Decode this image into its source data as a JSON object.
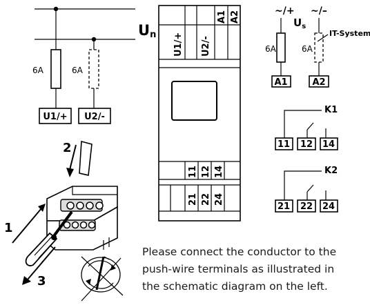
{
  "wiring": {
    "supply": "U",
    "supply_sub": "n",
    "fuse1": "6A",
    "fuse2": "6A",
    "term1": "U1/+",
    "term2": "U2/-"
  },
  "device": {
    "top_terms": [
      "U1/+",
      "U2/-",
      "A1",
      "A2"
    ],
    "mid_terms": [
      "11",
      "12",
      "14"
    ],
    "bot_terms": [
      "21",
      "22",
      "24"
    ]
  },
  "aux": {
    "plus_label": "~/+",
    "minus_label": "~/–",
    "us": "U",
    "us_sub": "s",
    "it_system": "IT-System",
    "fuse1": "6A",
    "fuse2": "6A",
    "a1": "A1",
    "a2": "A2"
  },
  "relay1": {
    "name": "K1",
    "terms": [
      "11",
      "12",
      "14"
    ]
  },
  "relay2": {
    "name": "K2",
    "terms": [
      "21",
      "22",
      "24"
    ]
  },
  "steps": {
    "s1": "1",
    "s2": "2",
    "s3": "3"
  },
  "caption": {
    "line1": "Please connect the conductor to the",
    "line2": "push-wire terminals as illustrated in",
    "line3": "the schematic diagram on the left."
  }
}
